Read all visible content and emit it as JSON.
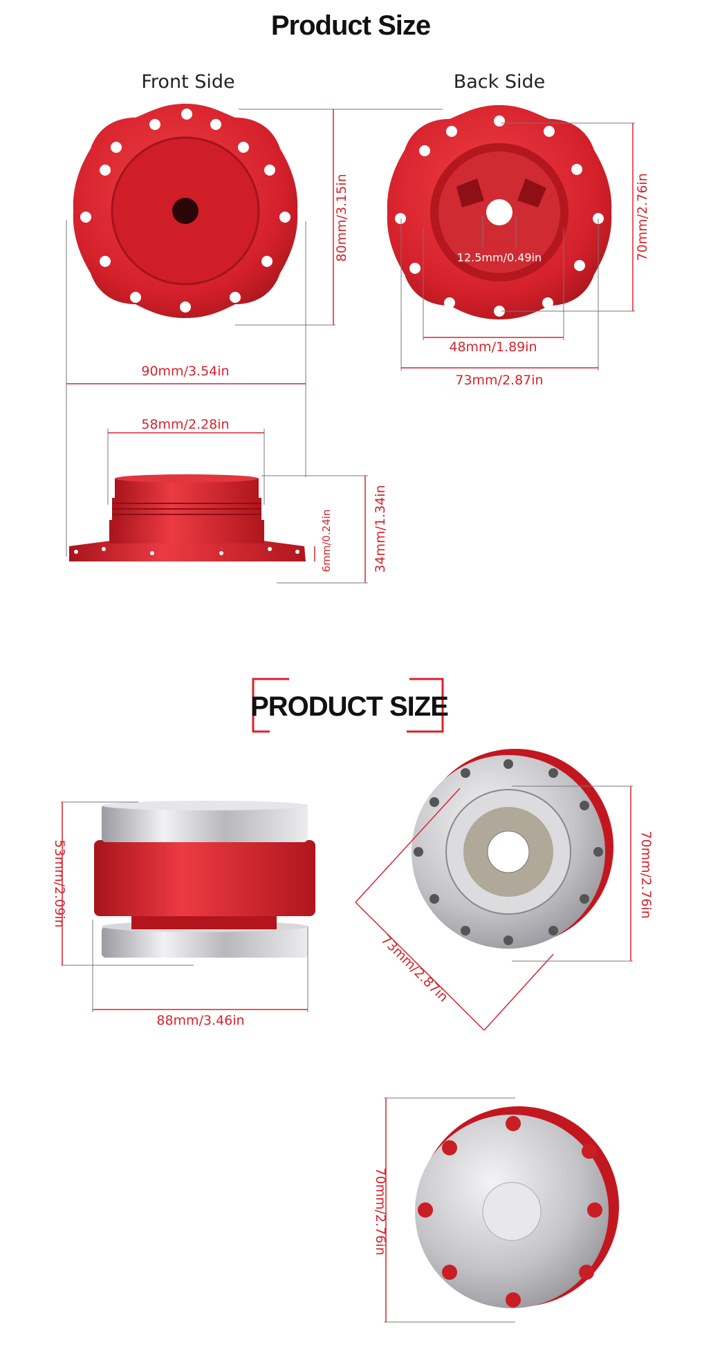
{
  "section1": {
    "title": "Product Size",
    "front_label": "Front Side",
    "back_label": "Back Side",
    "dims": {
      "height_front": "80mm/3.15in",
      "height_back": "70mm/2.76in",
      "center_bore": "12.5mm/0.49in",
      "inner_width": "48mm/1.89in",
      "bolt_width": "73mm/2.87in",
      "overall_width": "90mm/3.54in",
      "boss_width": "58mm/2.28in",
      "total_height": "34mm/1.34in",
      "plate_thickness": "6mm/0.24in"
    }
  },
  "section2": {
    "title": "PRODUCT SIZE",
    "dims": {
      "height": "53mm/2.09in",
      "width": "88mm/3.46in",
      "bolt_span": "70mm/2.76in",
      "diagonal": "73mm/2.87in",
      "bottom_span": "70mm/2.76in"
    }
  },
  "colors": {
    "accent": "#d9222a",
    "part": "#d4202a",
    "chrome": "#c8c8cc"
  }
}
